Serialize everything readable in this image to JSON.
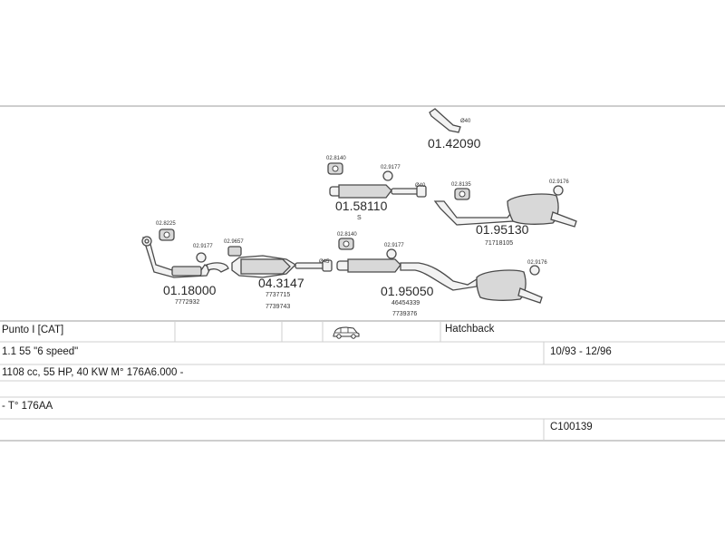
{
  "parts": {
    "p1": {
      "number": "01.18000",
      "refs": [
        "7772932"
      ]
    },
    "p2": {
      "number": "04.3147",
      "refs": [
        "7737715",
        "7739743"
      ]
    },
    "p3": {
      "number": "01.95050",
      "refs": [
        "46454339",
        "7739376"
      ]
    },
    "p4": {
      "number": "01.58110",
      "refs": [
        "S"
      ]
    },
    "p5": {
      "number": "01.95130",
      "refs": [
        "71718105"
      ]
    },
    "p6": {
      "number": "01.42090",
      "refs": []
    }
  },
  "small_labels": {
    "h1": "02.8225",
    "h2": "02.9177",
    "h3": "02.9657",
    "h4": "02.8140",
    "h5": "02.9177",
    "h6": "02.8140",
    "h7": "02.9177",
    "h8": "02.8135",
    "h9": "02.9176",
    "h10": "02.9176",
    "d1": "Ø45",
    "d2": "Ø40",
    "d3": "Ø40"
  },
  "table": {
    "model": "Punto I [CAT]",
    "body_type": "Hatchback",
    "engine": "1.1 55 \"6 speed\"",
    "years": "10/93 - 12/96",
    "specs": "1108 cc, 55 HP, 40 KW  M° 176A6.000 -",
    "type_code": "- T° 176AA",
    "catalog_code": "C100139"
  },
  "icons": {
    "vehicle": "car-icon"
  }
}
